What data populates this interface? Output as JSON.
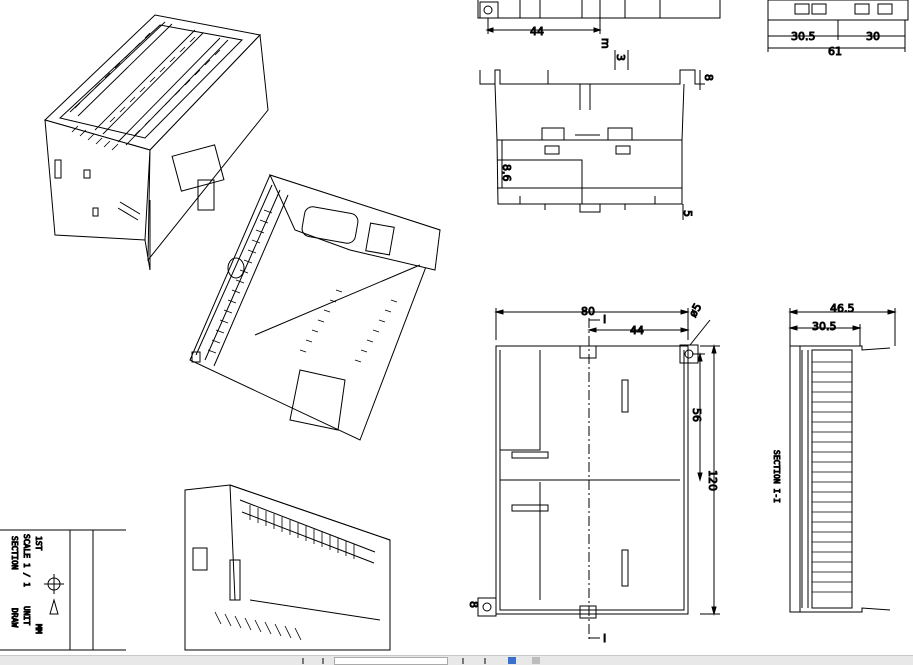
{
  "drawing": {
    "front_view": {
      "dim_width": "80",
      "dim_half": "44",
      "dim_hole": "ø5",
      "dim_height": "120",
      "dim_mid": "56",
      "dim_foot": "8",
      "section_mark": "I"
    },
    "section_view": {
      "dim_total": "46.5",
      "dim_offset": "30.5",
      "label": "SECTION I-I"
    },
    "top_view": {
      "dim_half": "44",
      "dim_side": "3",
      "dim_foot": "8",
      "dim_height": "8.6",
      "dim_small": "5",
      "dim_m": "m"
    },
    "top_right_view": {
      "dim_a": "30.5",
      "dim_b": "30",
      "dim_total": "61"
    },
    "title_block": {
      "row1": "SECTION",
      "row2": "SCALE 1 / 1",
      "row3": "1ST",
      "row4": "DRAW",
      "row5": "UNIT",
      "row6": "MM"
    }
  },
  "icons": {
    "projection_symbol": "third-angle-projection-icon",
    "cone_symbol": "projection-cone-icon"
  }
}
